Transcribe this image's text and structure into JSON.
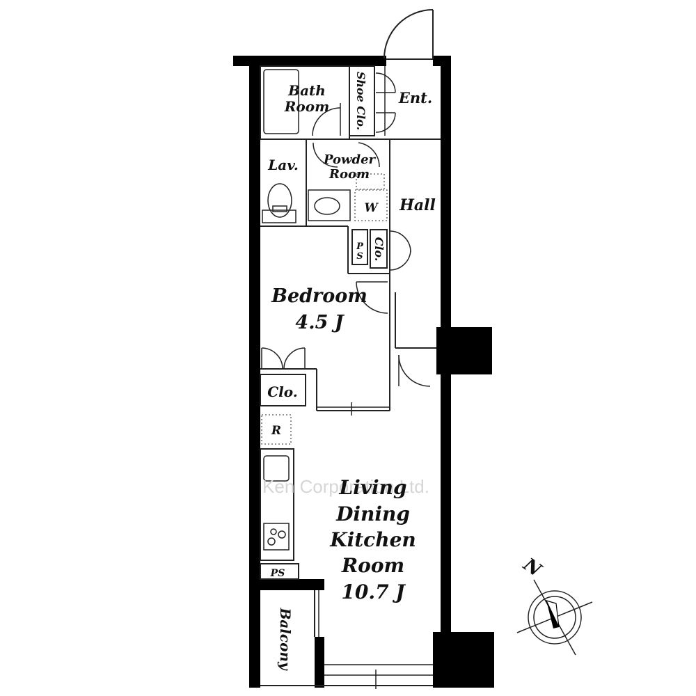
{
  "rooms": {
    "bath": [
      "Bath",
      "Room"
    ],
    "shoe_closet": "Shoe Clo.",
    "entrance": "Ent.",
    "lavatory": "Lav.",
    "powder": [
      "Powder",
      "Room"
    ],
    "washer": "W",
    "hall": "Hall",
    "pipe_space": [
      "P",
      "S"
    ],
    "closet_small": "Clo.",
    "bedroom": "Bedroom",
    "bedroom_size": "4.5 J",
    "closet": "Clo.",
    "refrigerator": "R",
    "ldk": [
      "Living",
      "Dining",
      "Kitchen",
      "Room"
    ],
    "ldk_size": "10.7 J",
    "pipe_space_kitchen": "PS",
    "balcony": "Balcony"
  },
  "compass": {
    "north": "N"
  },
  "watermark": "Ken Corporation Ltd.",
  "colors": {
    "wall": "#000000",
    "line": "#222222",
    "watermark": "#d6d6d6"
  }
}
